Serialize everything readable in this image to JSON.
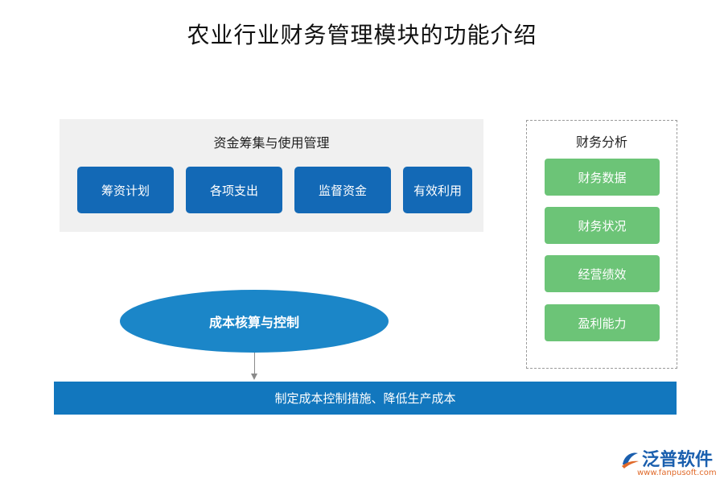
{
  "title": "农业行业财务管理模块的功能介绍",
  "fund_section": {
    "title": "资金筹集与使用管理",
    "items": [
      "筹资计划",
      "各项支出",
      "监督资金",
      "有效利用"
    ]
  },
  "finance_section": {
    "title": "财务分析",
    "items": [
      "财务数据",
      "财务状况",
      "经营绩效",
      "盈利能力"
    ]
  },
  "cost_section": {
    "title": "成本核算与控制",
    "result": "制定成本控制措施、降低生产成本"
  },
  "brand": {
    "name": "泛普软件",
    "url": "www.fanpusoft.com"
  },
  "colors": {
    "blue_box": "#1369b6",
    "green_box": "#6cc477",
    "ellipse": "#1b86c8",
    "bar": "#1277be"
  }
}
